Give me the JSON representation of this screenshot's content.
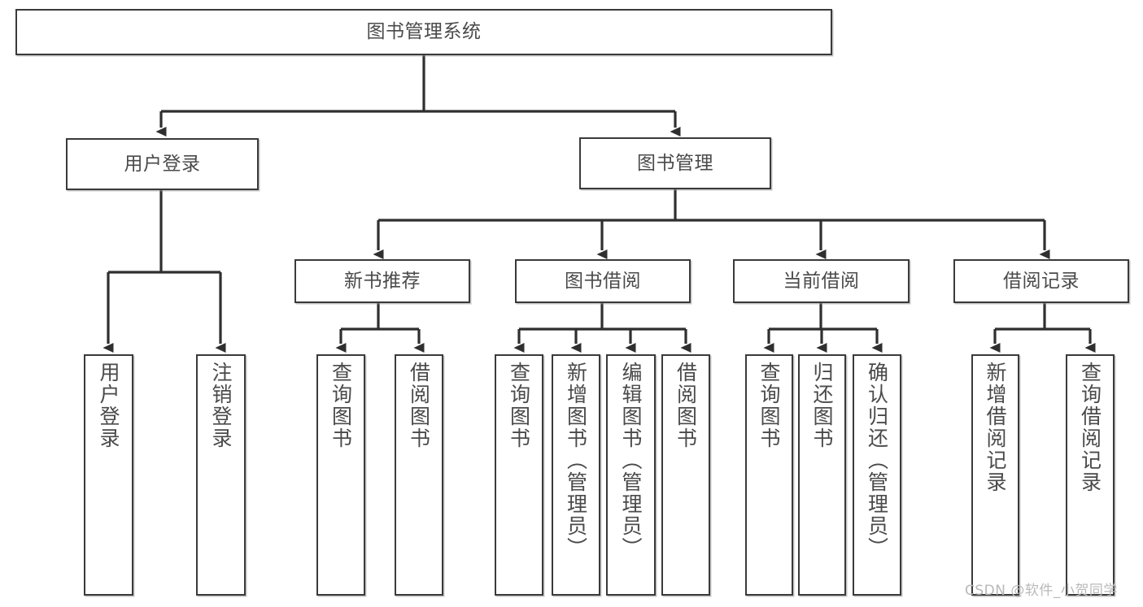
{
  "diagram": {
    "title": "图书管理系统",
    "type": "tree-hierarchy-diagram",
    "root": {
      "id": "root",
      "label": "图书管理系统"
    },
    "level1": [
      {
        "id": "user-login",
        "label": "用户登录"
      },
      {
        "id": "book-manage",
        "label": "图书管理"
      }
    ],
    "level2": [
      {
        "id": "new-book-rec",
        "label": "新书推荐",
        "parent": "book-manage"
      },
      {
        "id": "book-borrow",
        "label": "图书借阅",
        "parent": "book-manage"
      },
      {
        "id": "current-borrow",
        "label": "当前借阅",
        "parent": "book-manage"
      },
      {
        "id": "borrow-record",
        "label": "借阅记录",
        "parent": "book-manage"
      }
    ],
    "leaves": [
      {
        "id": "leaf-user-login",
        "label": "用户登录",
        "parent": "user-login"
      },
      {
        "id": "leaf-logout",
        "label": "注销登录",
        "parent": "user-login"
      },
      {
        "id": "leaf-query-book-1",
        "label": "查询图书",
        "parent": "new-book-rec"
      },
      {
        "id": "leaf-borrow-book-1",
        "label": "借阅图书",
        "parent": "new-book-rec"
      },
      {
        "id": "leaf-query-book-2",
        "label": "查询图书",
        "parent": "book-borrow"
      },
      {
        "id": "leaf-add-book",
        "label": "新增图书（管理员）",
        "parent": "book-borrow"
      },
      {
        "id": "leaf-edit-book",
        "label": "编辑图书（管理员）",
        "parent": "book-borrow"
      },
      {
        "id": "leaf-borrow-book-2",
        "label": "借阅图书",
        "parent": "book-borrow"
      },
      {
        "id": "leaf-query-book-3",
        "label": "查询图书",
        "parent": "current-borrow"
      },
      {
        "id": "leaf-return-book",
        "label": "归还图书",
        "parent": "current-borrow"
      },
      {
        "id": "leaf-confirm-return",
        "label": "确认归还（管理员）",
        "parent": "current-borrow"
      },
      {
        "id": "leaf-add-record",
        "label": "新增借阅记录",
        "parent": "borrow-record"
      },
      {
        "id": "leaf-query-record",
        "label": "查询借阅记录",
        "parent": "borrow-record"
      }
    ],
    "colors": {
      "box_border": "#3a3a3a",
      "box_fill": "#ffffff",
      "text": "#4a4a4a",
      "connector": "#2f2f2f",
      "watermark": "#b9b9b9",
      "background": "#ffffff"
    }
  },
  "watermark": {
    "text": "CSDN @软件_小贺同学"
  }
}
